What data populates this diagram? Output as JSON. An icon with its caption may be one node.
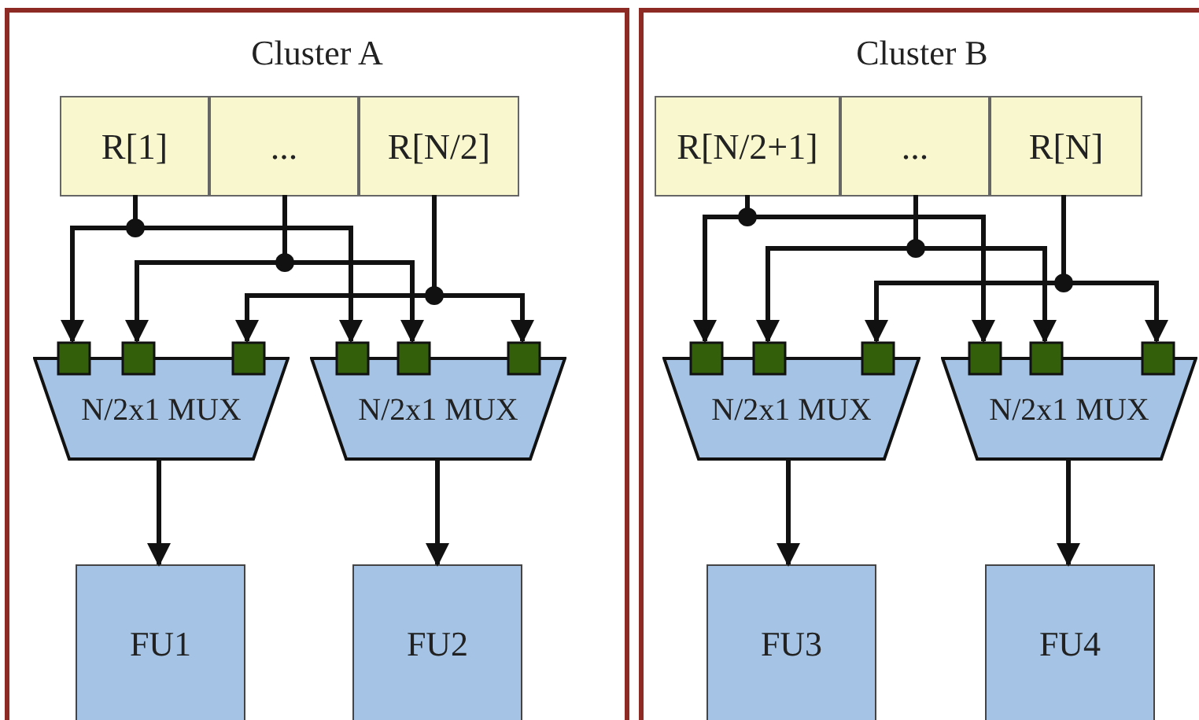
{
  "diagram": {
    "nodes": [
      {
        "text": [
          "Cluster A"
        ]
      },
      {
        "text": [
          "R[1]"
        ],
        "in": 0
      },
      {
        "text": [
          "..."
        ],
        "in": 0
      },
      {
        "text": [
          "R[N/2]"
        ],
        "in": 0
      },
      {
        "text": [
          "N/2x1 MUX"
        ],
        "in": 0
      },
      {
        "text": [
          "N/2x1 MUX"
        ],
        "in": 0
      },
      {
        "text": [
          "FU1"
        ],
        "in": 0
      },
      {
        "text": [
          "FU2"
        ],
        "in": 0
      },
      {
        "text": [
          "Cluster B"
        ]
      },
      {
        "text": [
          "R[N/2+1]"
        ],
        "in": 8
      },
      {
        "text": [
          "..."
        ],
        "in": 8
      },
      {
        "text": [
          "R[N]"
        ],
        "in": 8
      },
      {
        "text": [
          "N/2x1 MUX"
        ],
        "in": 8
      },
      {
        "text": [
          "N/2x1 MUX"
        ],
        "in": 8
      },
      {
        "text": [
          "FU3"
        ],
        "in": 8
      },
      {
        "text": [
          "FU4"
        ],
        "in": 8
      }
    ],
    "edges": [
      {
        "from": 1,
        "to": 4,
        "arrow": "to"
      },
      {
        "from": 1,
        "to": 5,
        "arrow": "to"
      },
      {
        "from": 2,
        "to": 4,
        "arrow": "to"
      },
      {
        "from": 2,
        "to": 5,
        "arrow": "to"
      },
      {
        "from": 3,
        "to": 4,
        "arrow": "to"
      },
      {
        "from": 3,
        "to": 5,
        "arrow": "to"
      },
      {
        "from": 4,
        "to": 6,
        "arrow": "to"
      },
      {
        "from": 5,
        "to": 7,
        "arrow": "to"
      },
      {
        "from": 9,
        "to": 12,
        "arrow": "to"
      },
      {
        "from": 9,
        "to": 13,
        "arrow": "to"
      },
      {
        "from": 10,
        "to": 12,
        "arrow": "to"
      },
      {
        "from": 10,
        "to": 13,
        "arrow": "to"
      },
      {
        "from": 11,
        "to": 12,
        "arrow": "to"
      },
      {
        "from": 11,
        "to": 13,
        "arrow": "to"
      },
      {
        "from": 12,
        "to": 14,
        "arrow": "to"
      },
      {
        "from": 13,
        "to": 15,
        "arrow": "to"
      }
    ]
  }
}
